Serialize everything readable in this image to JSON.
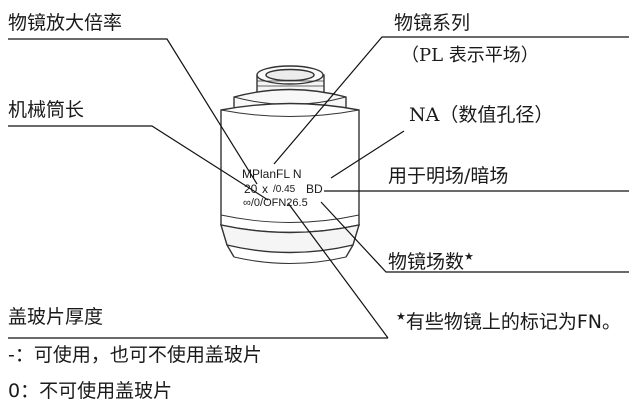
{
  "labels": {
    "magnification": "物镜放大倍率",
    "series": "物镜系列",
    "series_sub": "（PL 表示平场）",
    "tube_length": "机械筒长",
    "na": "NA（数值孔径）",
    "bd": "用于明场/暗场",
    "field_number": "物镜场数",
    "field_number_star": "★",
    "coverslip_thickness": "盖玻片厚度",
    "note_star": "★",
    "note": "有些物镜上的标记为FN。",
    "coverslip_dash": "-：可使用，也可不使用盖玻片",
    "coverslip_zero": "0：不可使用盖玻片"
  },
  "objective_markings": {
    "line1_name": "MPlanFL N",
    "line2_mag": "20",
    "line2_x": "x",
    "line2_na": "/0.45",
    "line2_bd": "BD",
    "line3": "∞/0/OFN26.5"
  }
}
